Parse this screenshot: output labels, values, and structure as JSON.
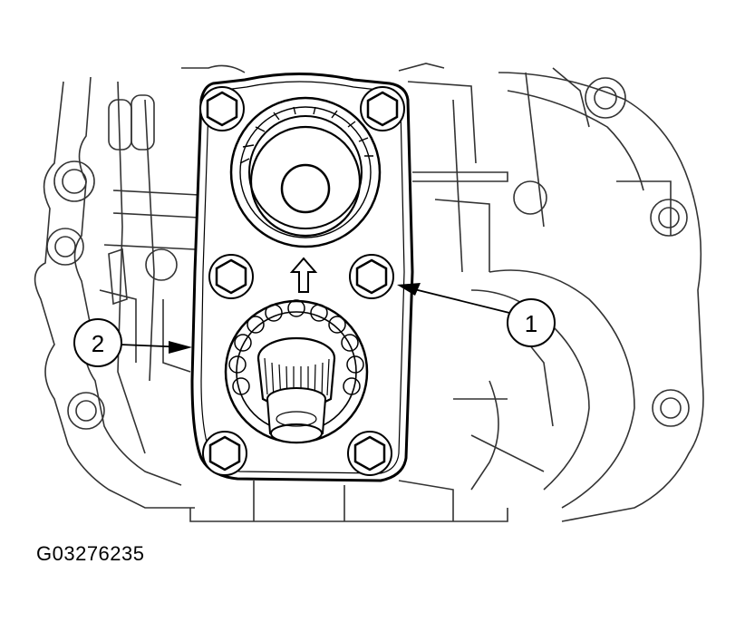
{
  "callouts": [
    {
      "number": "1",
      "target": "cover-bolt"
    },
    {
      "number": "2",
      "target": "bearing-cover"
    }
  ],
  "figure_id": "G03276235",
  "colors": {
    "line": "#000000",
    "background_line": "#333333",
    "paper": "#ffffff"
  }
}
